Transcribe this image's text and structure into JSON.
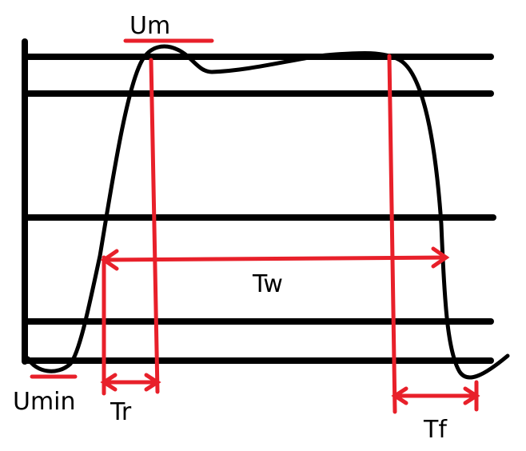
{
  "labels": {
    "um": "Um",
    "umin": "Umin",
    "tw": "Tw",
    "tr": "Tr",
    "tf": "Tf"
  },
  "colors": {
    "background": "#ffffff",
    "waveform": "#000000",
    "grid": "#000000",
    "annotation": "#e8202a"
  }
}
